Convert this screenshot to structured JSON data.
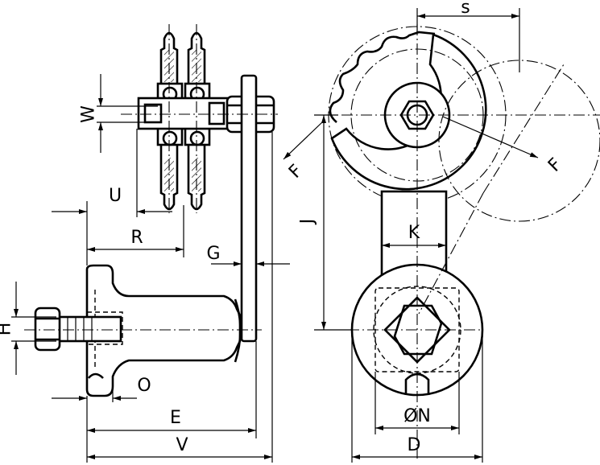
{
  "labels": {
    "s": "s",
    "W": "W",
    "U": "U",
    "R": "R",
    "G": "G",
    "H": "H",
    "O": "O",
    "E": "E",
    "V": "V",
    "J": "J",
    "K": "K",
    "N": "ØN",
    "D": "D",
    "F1": "F",
    "F2": "F"
  }
}
